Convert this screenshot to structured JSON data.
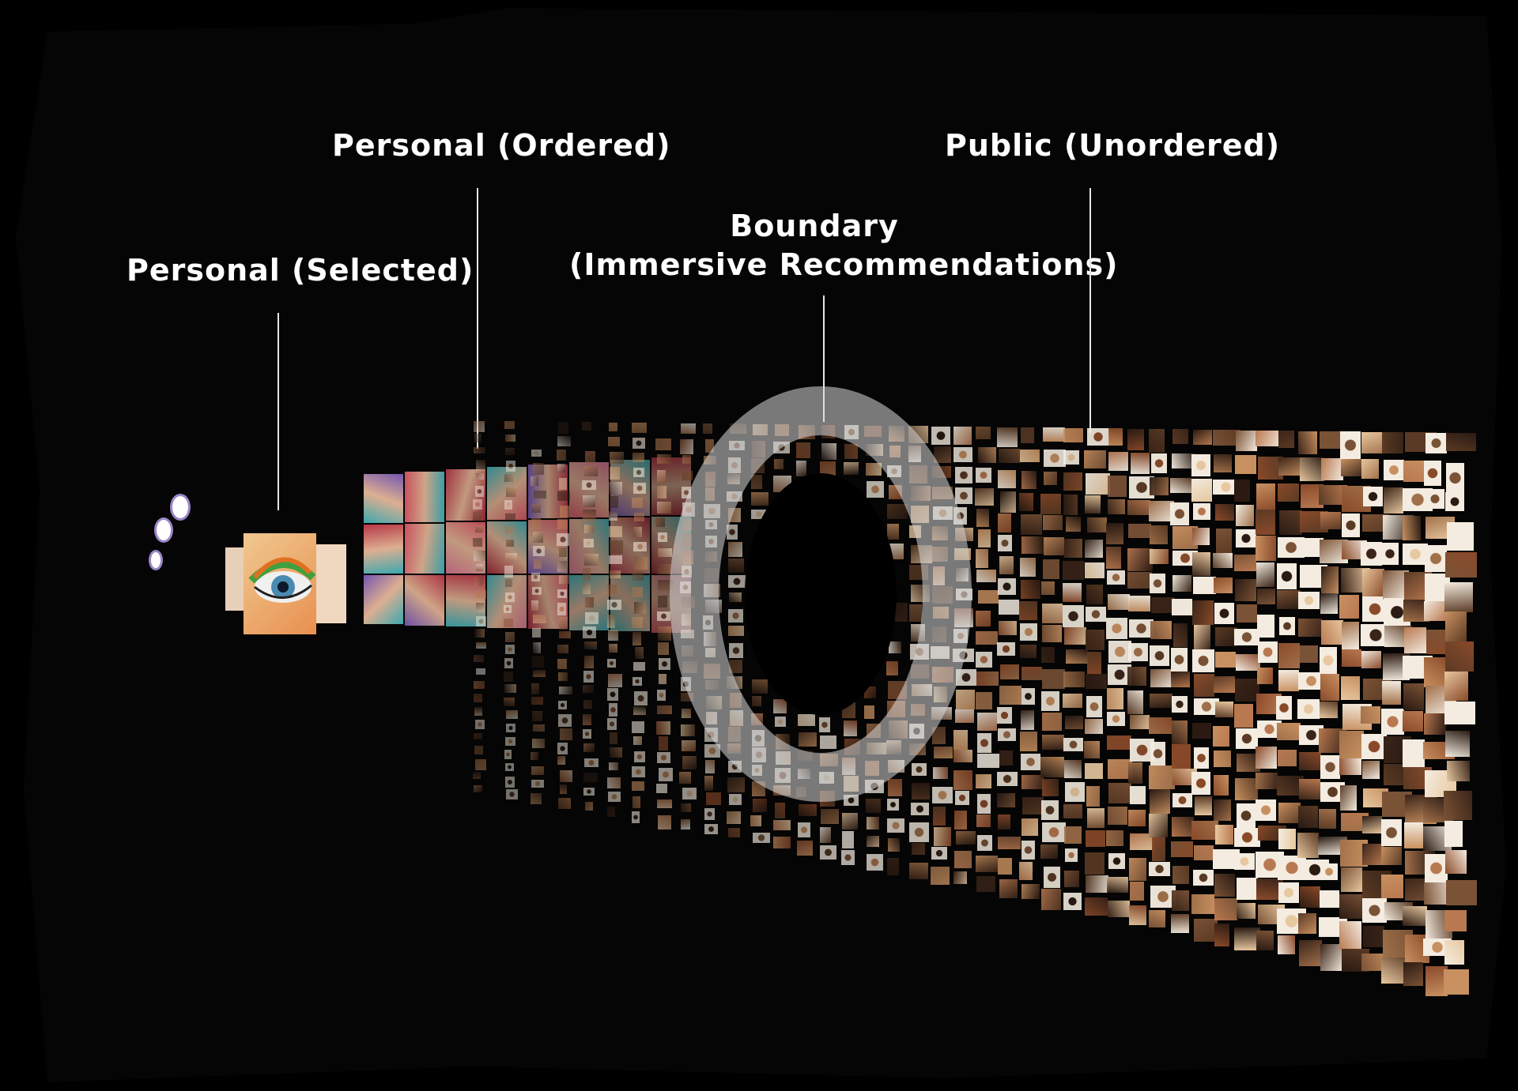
{
  "labels": {
    "personal_selected": "Personal (Selected)",
    "personal_ordered": "Personal (Ordered)",
    "boundary_line1": "Boundary",
    "boundary_line2": "(Immersive Recommendations)",
    "public_unordered": "Public (Unordered)"
  },
  "colors": {
    "background": "#000000",
    "canvas": "#050505",
    "label_text": "#ffffff",
    "leader_line": "#e6e6e6",
    "boundary_ring": "#d9d9d9",
    "bubble_border": "#9a86c8",
    "tile_palette": [
      "#3a2418",
      "#5a3a24",
      "#7a5236",
      "#a0704a",
      "#c89060",
      "#e8c8a0",
      "#f4ece0",
      "#2a1a12",
      "#8a4a2a",
      "#b87850"
    ],
    "nail_palette": [
      "#c03a4a",
      "#e05a6a",
      "#40b0b8",
      "#7a5ab8",
      "#d87890",
      "#a82a3a"
    ]
  },
  "icons": {
    "eye_thumbnail": "eye-makeup-image",
    "nail_thumbnails": "nail-art-images",
    "artifact_thumbnails": "museum-artifact-images",
    "boundary_ring": "ring-icon"
  }
}
